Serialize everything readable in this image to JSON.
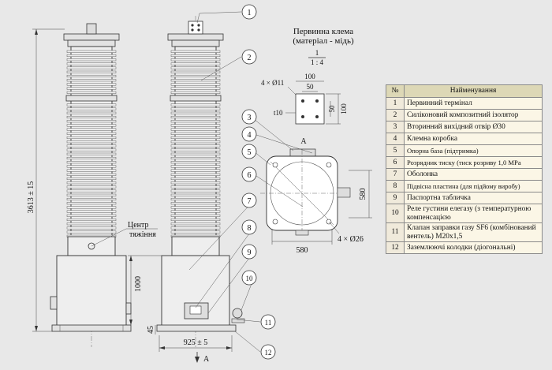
{
  "dimensions": {
    "height_total": "3613 ± 15",
    "base_height": "1000",
    "base_offset": "45",
    "base_width": "925 ± 5",
    "plan_width": "580",
    "plan_depth": "580",
    "plan_holes": "4 × Ø26"
  },
  "center_of_gravity": {
    "line1": "Центр",
    "line2": "тяжіння"
  },
  "section_marker": "A",
  "terminal_detail": {
    "title_line1": "Первинна клема",
    "title_line2": "(матеріал - мідь)",
    "scale_num": "1",
    "scale_den": "1 : 4",
    "holes": "4 × Ø11",
    "w_outer": "100",
    "w_inner": "50",
    "h_outer": "100",
    "h_inner": "50",
    "thickness": "t10"
  },
  "callouts": [
    "1",
    "2",
    "3",
    "4",
    "5",
    "6",
    "7",
    "8",
    "9",
    "10",
    "11",
    "12"
  ],
  "legend": {
    "header_num": "№",
    "header_name": "Найменування",
    "rows": [
      {
        "n": "1",
        "name": "Первинний термінал"
      },
      {
        "n": "2",
        "name": "Силіконовий композитний ізолятор"
      },
      {
        "n": "3",
        "name": "Вторинний вихідний отвір Ø30"
      },
      {
        "n": "4",
        "name": "Клемна коробка"
      },
      {
        "n": "5",
        "name": "Опорна база (підтримка)"
      },
      {
        "n": "6",
        "name": "Розрядник тиску (тиск розриву 1,0 MPa"
      },
      {
        "n": "7",
        "name": "Оболонка"
      },
      {
        "n": "8",
        "name": "Підвісна пластина (для підйому виробу)"
      },
      {
        "n": "9",
        "name": "Паспортна табличка"
      },
      {
        "n": "10",
        "name": "Реле густини елегазу (з температурною компенсацією"
      },
      {
        "n": "11",
        "name": "Клапан заправки газу SF6 (комбінований вентель) M20x1,5"
      },
      {
        "n": "12",
        "name": "Заземлюючі колодки (діогональні)"
      }
    ]
  }
}
